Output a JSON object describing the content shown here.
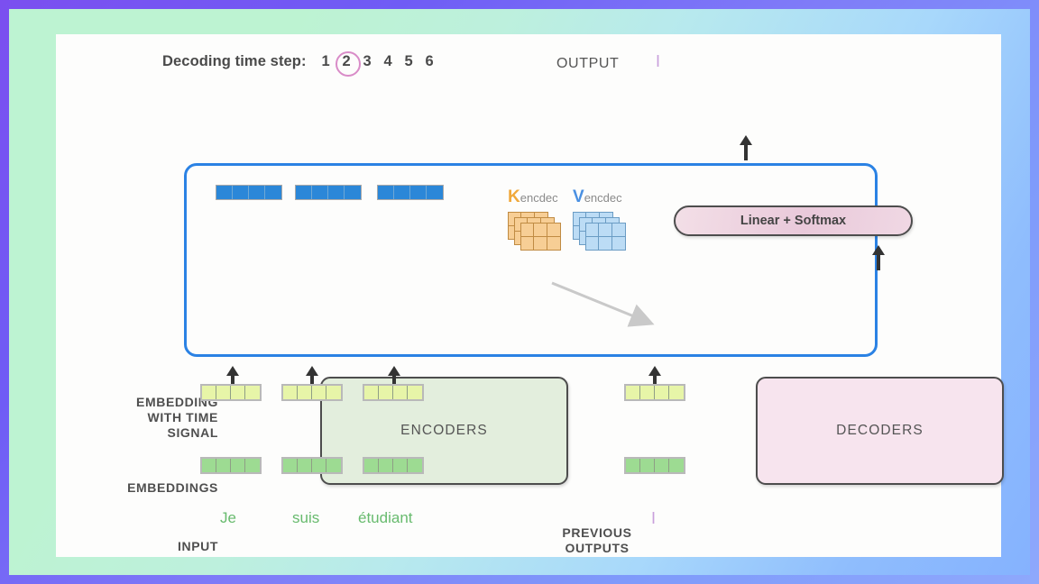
{
  "header": {
    "timestep_label": "Decoding time step:",
    "steps": [
      "1",
      "2",
      "3",
      "4",
      "5",
      "6"
    ],
    "active_step": "2",
    "output_label": "OUTPUT",
    "output_token": "I"
  },
  "model": {
    "encoders_label": "ENCODERS",
    "decoders_label": "DECODERS",
    "linear_softmax_label": "Linear + Softmax",
    "k_symbol": "K",
    "k_subscript": "encdec",
    "v_symbol": "V",
    "v_subscript": "encdec"
  },
  "rows": {
    "embedding_with_time_signal": "EMBEDDING\nWITH TIME\nSIGNAL",
    "embedding_time_line1": "EMBEDDING",
    "embedding_time_line2": "WITH TIME",
    "embedding_time_line3": "SIGNAL",
    "embeddings_label": "EMBEDDINGS",
    "input_label": "INPUT",
    "previous_outputs_line1": "PREVIOUS",
    "previous_outputs_line2": "OUTPUTS"
  },
  "input_words": [
    "Je",
    "suis",
    "étudiant"
  ],
  "previous_output_token": "I",
  "colors": {
    "blue_container_border": "#2b82e4",
    "encoder_fill": "#e3eedd",
    "decoder_fill": "#f7e4ee",
    "k_accent": "#f0a93c",
    "v_accent": "#4a90e2",
    "active_step_ring": "#d98cc8",
    "input_word": "#68bb6e",
    "token_purple": "#c9a0dc",
    "embedding_cell": "#9ddb92",
    "time_signal_cell": "#e7f5a8",
    "encoder_vector": "#2b87d8"
  }
}
